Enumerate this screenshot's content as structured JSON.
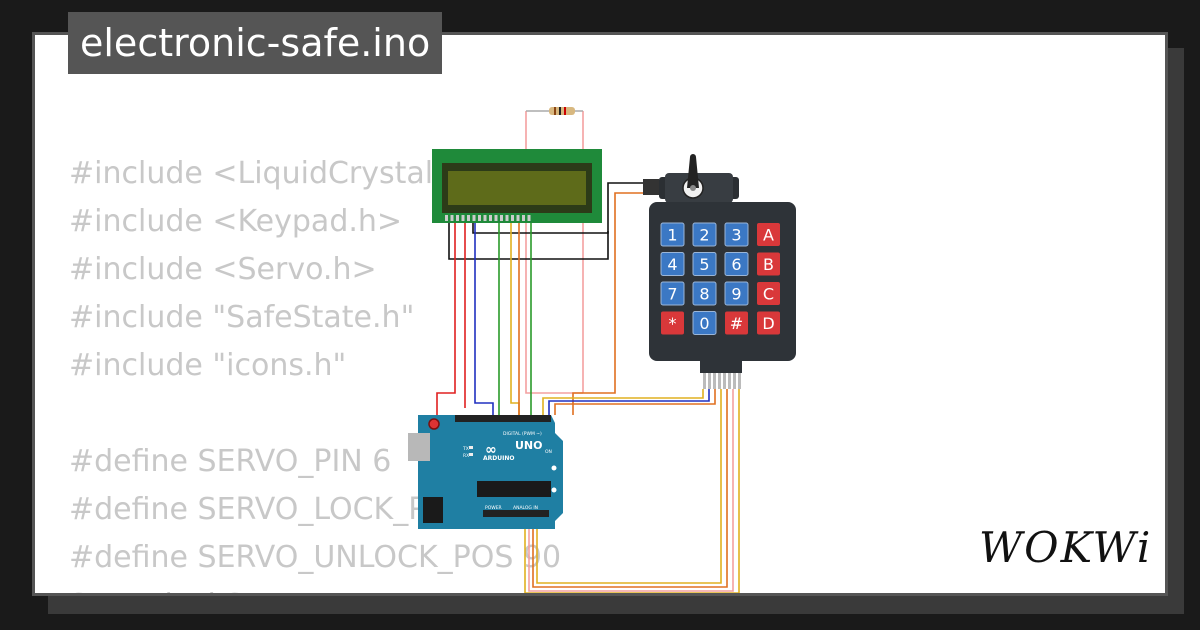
{
  "title": "electronic-safe.ino",
  "code_lines": [
    "#include <LiquidCrystal.",
    "#include <Keypad.h>",
    "#include <Servo.h>",
    "#include \"SafeState.h\"",
    "#include \"icons.h\"",
    "",
    "#define SERVO_PIN 6",
    "#define SERVO_LOCK_P",
    "#define SERVO_UNLOCK_POS 90",
    "Servo lockServo;"
  ],
  "keypad": {
    "keys": [
      "1",
      "2",
      "3",
      "A",
      "4",
      "5",
      "6",
      "B",
      "7",
      "8",
      "9",
      "C",
      "*",
      "0",
      "#",
      "D"
    ]
  },
  "arduino": {
    "brand": "ARDUINO",
    "model": "UNO",
    "digital_label": "DIGITAL (PWM ~)",
    "analog_label": "ANALOG IN",
    "power_label": "POWER",
    "tx": "TX",
    "rx": "RX",
    "on": "ON"
  },
  "brand": "WOKWi",
  "colors": {
    "lcd_board": "#1f8a3a",
    "lcd_screen": "#5e6b1a",
    "keypad_body": "#2e3338",
    "key_blue": "#3b78c4",
    "key_red": "#d9383a",
    "arduino_board": "#1f7fa3"
  }
}
